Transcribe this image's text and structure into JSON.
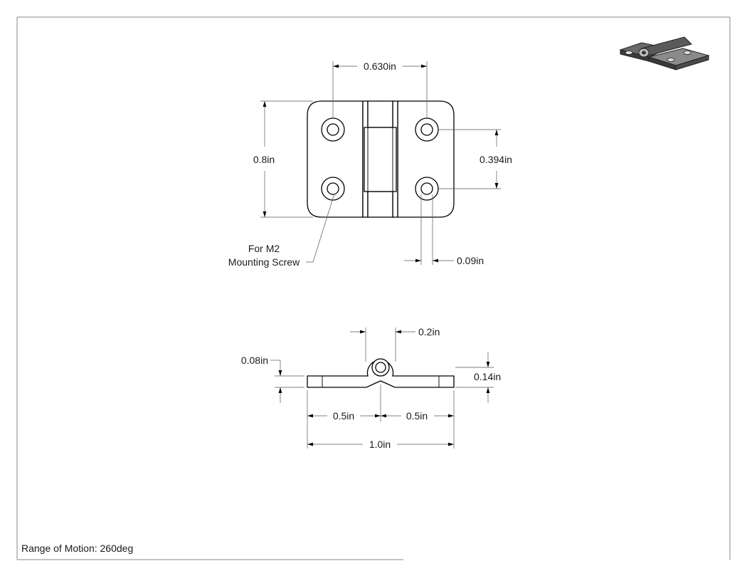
{
  "drawing": {
    "top_view": {
      "hole_spacing_horizontal": "0.630in",
      "overall_height": "0.8in",
      "hole_spacing_vertical": "0.394in",
      "hole_diameter": "0.09in",
      "callout_line1": "For M2",
      "callout_line2": "Mounting Screw"
    },
    "side_view": {
      "knuckle_diameter": "0.2in",
      "leaf_thickness": "0.08in",
      "overall_thickness": "0.14in",
      "left_half_width": "0.5in",
      "right_half_width": "0.5in",
      "overall_width": "1.0in"
    },
    "note": "Range of Motion: 260deg"
  },
  "colors": {
    "line": "#000000",
    "dimension": "#555555",
    "frame": "#888888"
  }
}
